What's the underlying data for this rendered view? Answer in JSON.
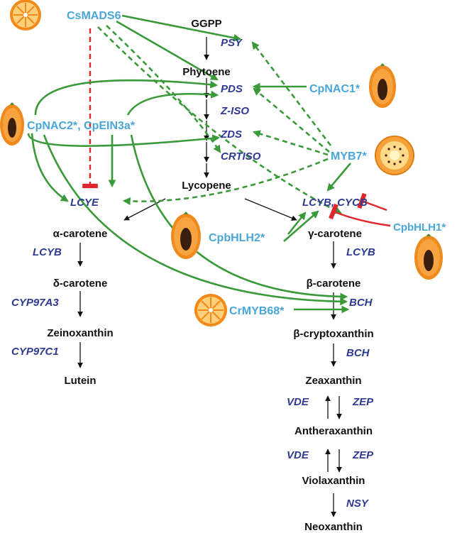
{
  "metabolites": {
    "ggpp": "GGPP",
    "phytoene": "Phytoene",
    "lycopene": "Lycopene",
    "alpha_carotene": "α-carotene",
    "delta_carotene": "δ-carotene",
    "zeinoxanthin": "Zeinoxanthin",
    "lutein": "Lutein",
    "gamma_carotene": "γ-carotene",
    "beta_carotene": "β-carotene",
    "beta_cryptoxanthin": "β-cryptoxanthin",
    "zeaxanthin": "Zeaxanthin",
    "antheraxanthin": "Antheraxanthin",
    "violaxanthin": "Violaxanthin",
    "neoxanthin": "Neoxanthin"
  },
  "enzymes": {
    "psy": "PSY",
    "pds": "PDS",
    "ziso": "Z-ISO",
    "zds": "ZDS",
    "crtiso": "CRTISO",
    "lcye": "LCYE",
    "lcyb_cycb": "LCYB, CYCB",
    "lcyb_alpha": "LCYB",
    "cyp97a3": "CYP97A3",
    "cyp97c1": "CYP97C1",
    "lcyb_gamma": "LCYB",
    "bch_1": "BCH",
    "bch_2": "BCH",
    "vde_1": "VDE",
    "zep_1": "ZEP",
    "vde_2": "VDE",
    "zep_2": "ZEP",
    "nsy": "NSY"
  },
  "regulators": {
    "csmads6": "CsMADS6",
    "cpnac1": "CpNAC1*",
    "cpnac2_cpein3a": "CpNAC2*, CpEIN3a*",
    "myb7": "MYB7*",
    "cpbhlh2": "CpbHLH2*",
    "cpbhlh1": "CpbHLH1*",
    "crmyb68": "CrMYB68*"
  },
  "colors": {
    "metabolite": "#111111",
    "enzyme": "#2e3a92",
    "regulator": "#4aa6d8",
    "activation": "#3a9a3a",
    "repression": "#e0262b",
    "papaya_skin": "#f08a1c",
    "papaya_flesh": "#f7a340",
    "citrus": "#f28a1a",
    "kiwi_flesh": "#f6a23a"
  },
  "icons": {
    "csmads6": "orange-slice-icon",
    "cpnac1": "papaya-half-icon",
    "cpnac2_cpein3a": "papaya-half-icon",
    "myb7": "kiwi-slice-icon",
    "cpbhlh2": "papaya-half-icon",
    "cpbhlh1": "papaya-half-icon",
    "crmyb68": "orange-slice-icon"
  }
}
